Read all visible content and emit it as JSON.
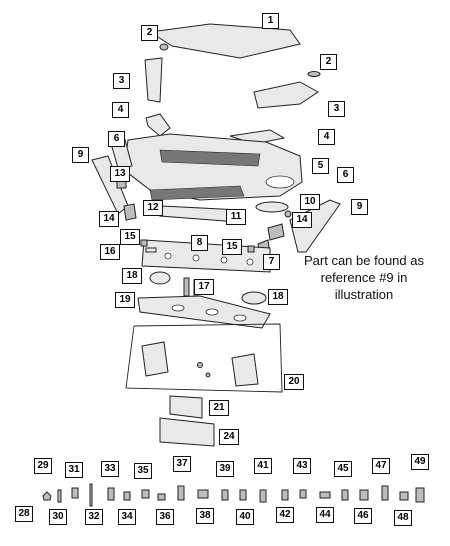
{
  "callouts": [
    {
      "label": "1"
    },
    {
      "label": "2"
    },
    {
      "label": "2"
    },
    {
      "label": "3"
    },
    {
      "label": "3"
    },
    {
      "label": "4"
    },
    {
      "label": "4"
    },
    {
      "label": "5"
    },
    {
      "label": "6"
    },
    {
      "label": "6"
    },
    {
      "label": "7"
    },
    {
      "label": "8"
    },
    {
      "label": "9"
    },
    {
      "label": "9"
    },
    {
      "label": "10"
    },
    {
      "label": "11"
    },
    {
      "label": "12"
    },
    {
      "label": "13"
    },
    {
      "label": "14"
    },
    {
      "label": "14"
    },
    {
      "label": "15"
    },
    {
      "label": "15"
    },
    {
      "label": "16"
    },
    {
      "label": "17"
    },
    {
      "label": "18"
    },
    {
      "label": "18"
    },
    {
      "label": "19"
    },
    {
      "label": "20"
    },
    {
      "label": "21"
    },
    {
      "label": "24"
    },
    {
      "label": "29"
    },
    {
      "label": "31"
    },
    {
      "label": "33"
    },
    {
      "label": "35"
    },
    {
      "label": "37"
    },
    {
      "label": "39"
    },
    {
      "label": "41"
    },
    {
      "label": "43"
    },
    {
      "label": "45"
    },
    {
      "label": "47"
    },
    {
      "label": "49"
    },
    {
      "label": "28"
    },
    {
      "label": "30"
    },
    {
      "label": "32"
    },
    {
      "label": "34"
    },
    {
      "label": "36"
    },
    {
      "label": "38"
    },
    {
      "label": "40"
    },
    {
      "label": "42"
    },
    {
      "label": "44"
    },
    {
      "label": "46"
    },
    {
      "label": "48"
    }
  ],
  "note": {
    "line1": "Part can be found as",
    "line2": "reference #9 in",
    "line3": "illustration"
  }
}
